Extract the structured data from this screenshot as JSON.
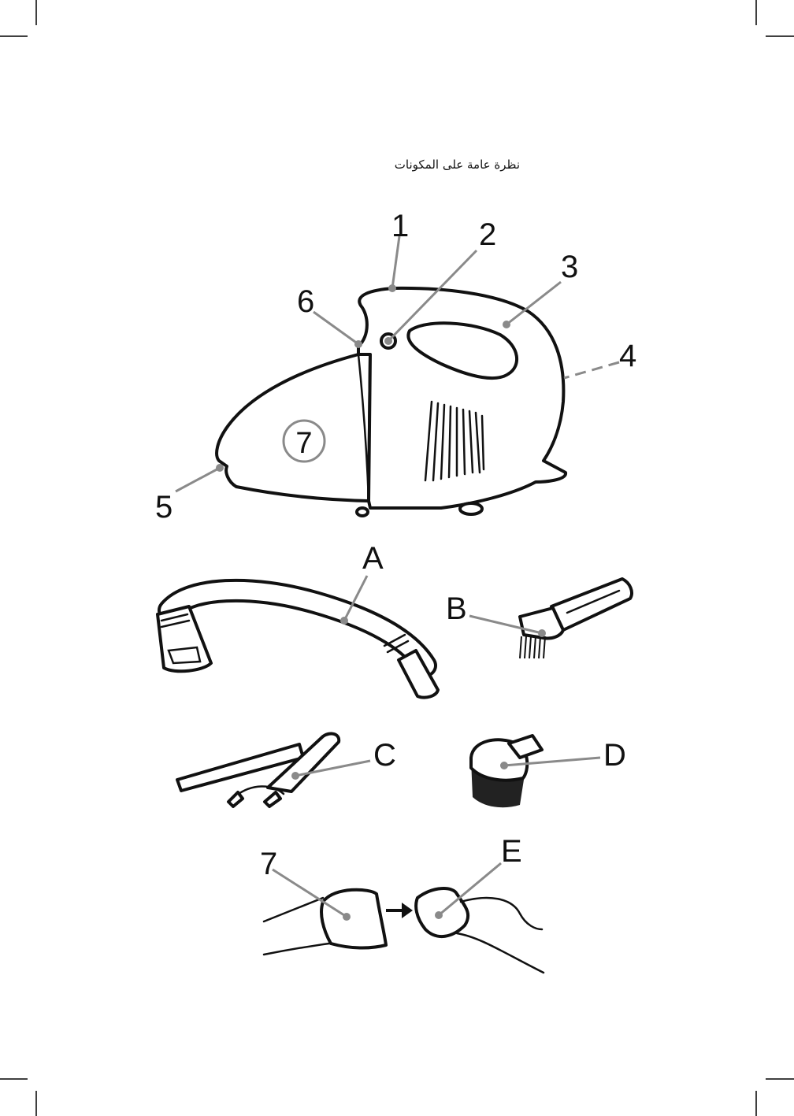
{
  "page": {
    "title": "نظرة عامة على المكونات"
  },
  "main_unit": {
    "callouts": [
      "1",
      "2",
      "3",
      "4",
      "5",
      "6",
      "7"
    ]
  },
  "accessories": {
    "labels": [
      "A",
      "B",
      "C",
      "D"
    ]
  },
  "filter_step": {
    "labels": [
      "7",
      "E"
    ]
  },
  "colors": {
    "ink": "#111111",
    "leader": "#8a8a8a",
    "background": "#ffffff"
  }
}
